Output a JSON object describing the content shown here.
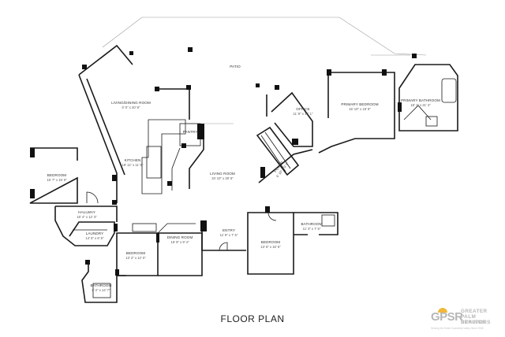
{
  "title": "FLOOR PLAN",
  "rooms": {
    "patio": {
      "name": "PATIO",
      "dims": ""
    },
    "living_dining": {
      "name": "LIVING/DINING ROOM",
      "dims": "0' 0\" x 20' 8\""
    },
    "kitchen": {
      "name": "KITCHEN",
      "dims": "19' 11\" x 11' 9\""
    },
    "pantry": {
      "name": "PANTRY",
      "dims": ""
    },
    "living": {
      "name": "LIVING ROOM",
      "dims": "34' 10\" x 30' 6\""
    },
    "office": {
      "name": "OFFICE",
      "dims": "11' 9\" x 16' 1\""
    },
    "primary_bedroom": {
      "name": "PRIMARY BEDROOM",
      "dims": "15' 10\" x 16' 9\""
    },
    "primary_bathroom": {
      "name": "PRIMARY BATHROOM",
      "dims": "18' 1\" x 21' 4\""
    },
    "foyer": {
      "name": "FOYER",
      "dims": "6' 10\" x 9' 5\""
    },
    "bedroom_left": {
      "name": "BEDROOM",
      "dims": "15' 7\" x 15' 0\""
    },
    "hallway": {
      "name": "HALLWAY",
      "dims": "16' 4\" x 12' 3\""
    },
    "laundry": {
      "name": "LAUNDRY",
      "dims": "14' 5\" x 6' 6\""
    },
    "bedroom_mid": {
      "name": "BEDROOM",
      "dims": "13' 2\" x 12' 0\""
    },
    "bathroom_left": {
      "name": "BATHROOM",
      "dims": "8' 2\" x 14' 7\""
    },
    "dining": {
      "name": "DINING ROOM",
      "dims": "16' 9\" x 9' 4\""
    },
    "entry": {
      "name": "ENTRY",
      "dims": "11' 8\" x 7' 5\""
    },
    "bedroom_right": {
      "name": "BEDROOM",
      "dims": "13' 6\" x 16' 5\""
    },
    "bathroom_right": {
      "name": "BATHROOM",
      "dims": "11' 3\" x 7' 5\""
    }
  },
  "logo": {
    "mark": "GPSR",
    "line1": "GREATER",
    "line2": "PALM SPRINGS",
    "line3": "REALTORS",
    "tagline": "Serving the Entire Coachella Valley Since 1936",
    "sun_color": "#f0b73a"
  }
}
